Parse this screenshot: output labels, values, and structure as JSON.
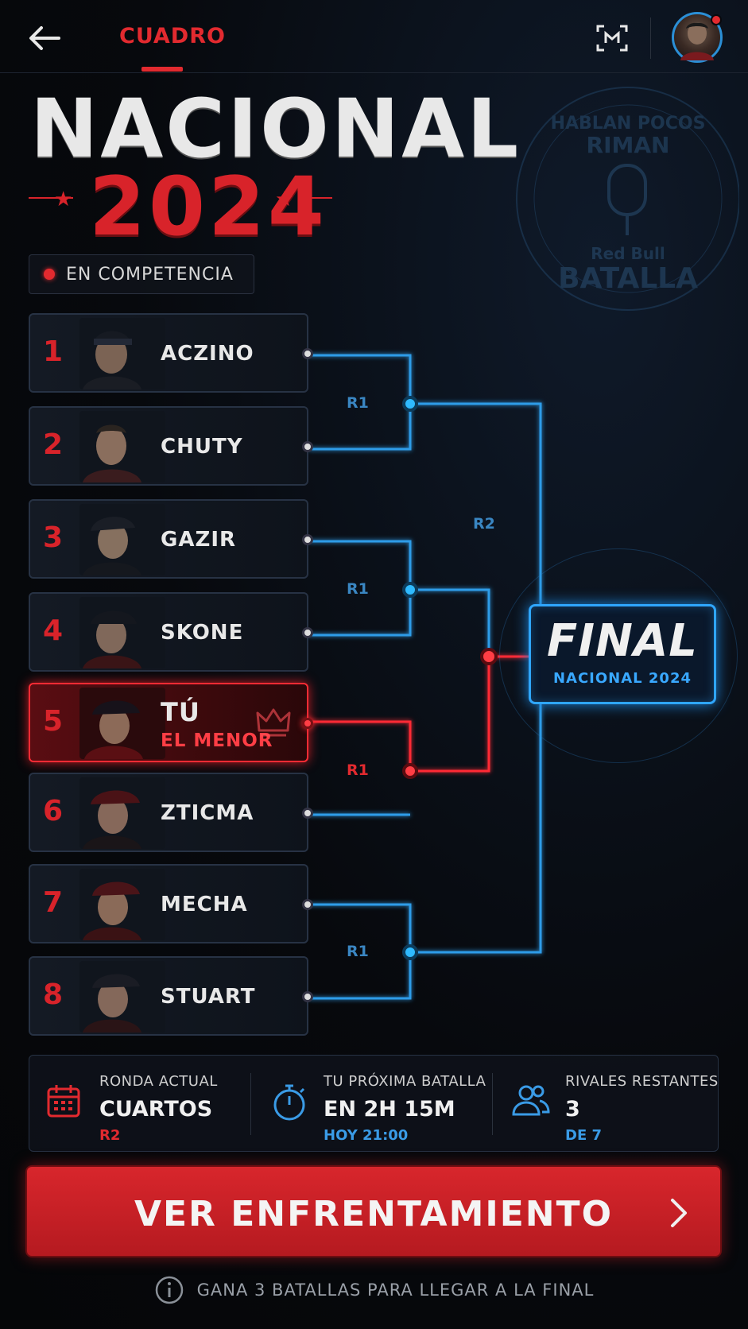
{
  "header": {
    "tab_label": "CUADRO"
  },
  "title": {
    "line1": "NACIONAL",
    "line2": "2024"
  },
  "status": {
    "label": "EN COMPETENCIA"
  },
  "emblem": {
    "top_text": "HABLAN POCOS",
    "mid_text": "RIMAN",
    "brand": "Red Bull",
    "bottom_text": "BATALLA"
  },
  "players": [
    {
      "seed": "1",
      "name": "ACZINO"
    },
    {
      "seed": "2",
      "name": "CHUTY"
    },
    {
      "seed": "3",
      "name": "GAZIR"
    },
    {
      "seed": "4",
      "name": "SKONE"
    },
    {
      "seed": "5",
      "name": "TÚ",
      "subtitle": "EL MENOR"
    },
    {
      "seed": "6",
      "name": "ZTICMA"
    },
    {
      "seed": "7",
      "name": "MECHA"
    },
    {
      "seed": "8",
      "name": "STUART"
    }
  ],
  "rounds": {
    "r1": "R1",
    "r2": "R2"
  },
  "final": {
    "title": "FINAL",
    "subtitle": "NACIONAL 2024"
  },
  "stats": [
    {
      "label": "RONDA ACTUAL",
      "value": "CUARTOS",
      "sub": "R2",
      "icon": "calendar-icon",
      "sub_color": "#e22a2f"
    },
    {
      "label": "TU PRÓXIMA BATALLA",
      "value": "EN 2H 15M",
      "sub": "HOY 21:00",
      "icon": "stopwatch-icon",
      "sub_color": "#3a9be6"
    },
    {
      "label": "RIVALES RESTANTES",
      "value": "3",
      "sub": "DE 7",
      "icon": "users-icon",
      "sub_color": "#3a9be6"
    }
  ],
  "cta": {
    "label": "VER ENFRENTAMIENTO"
  },
  "hint": {
    "text": "GANA 3 BATALLAS PARA LLEGAR A LA FINAL"
  },
  "colors": {
    "accent_red": "#e22a2f",
    "accent_blue": "#2fa6ff",
    "background": "#07090d"
  }
}
